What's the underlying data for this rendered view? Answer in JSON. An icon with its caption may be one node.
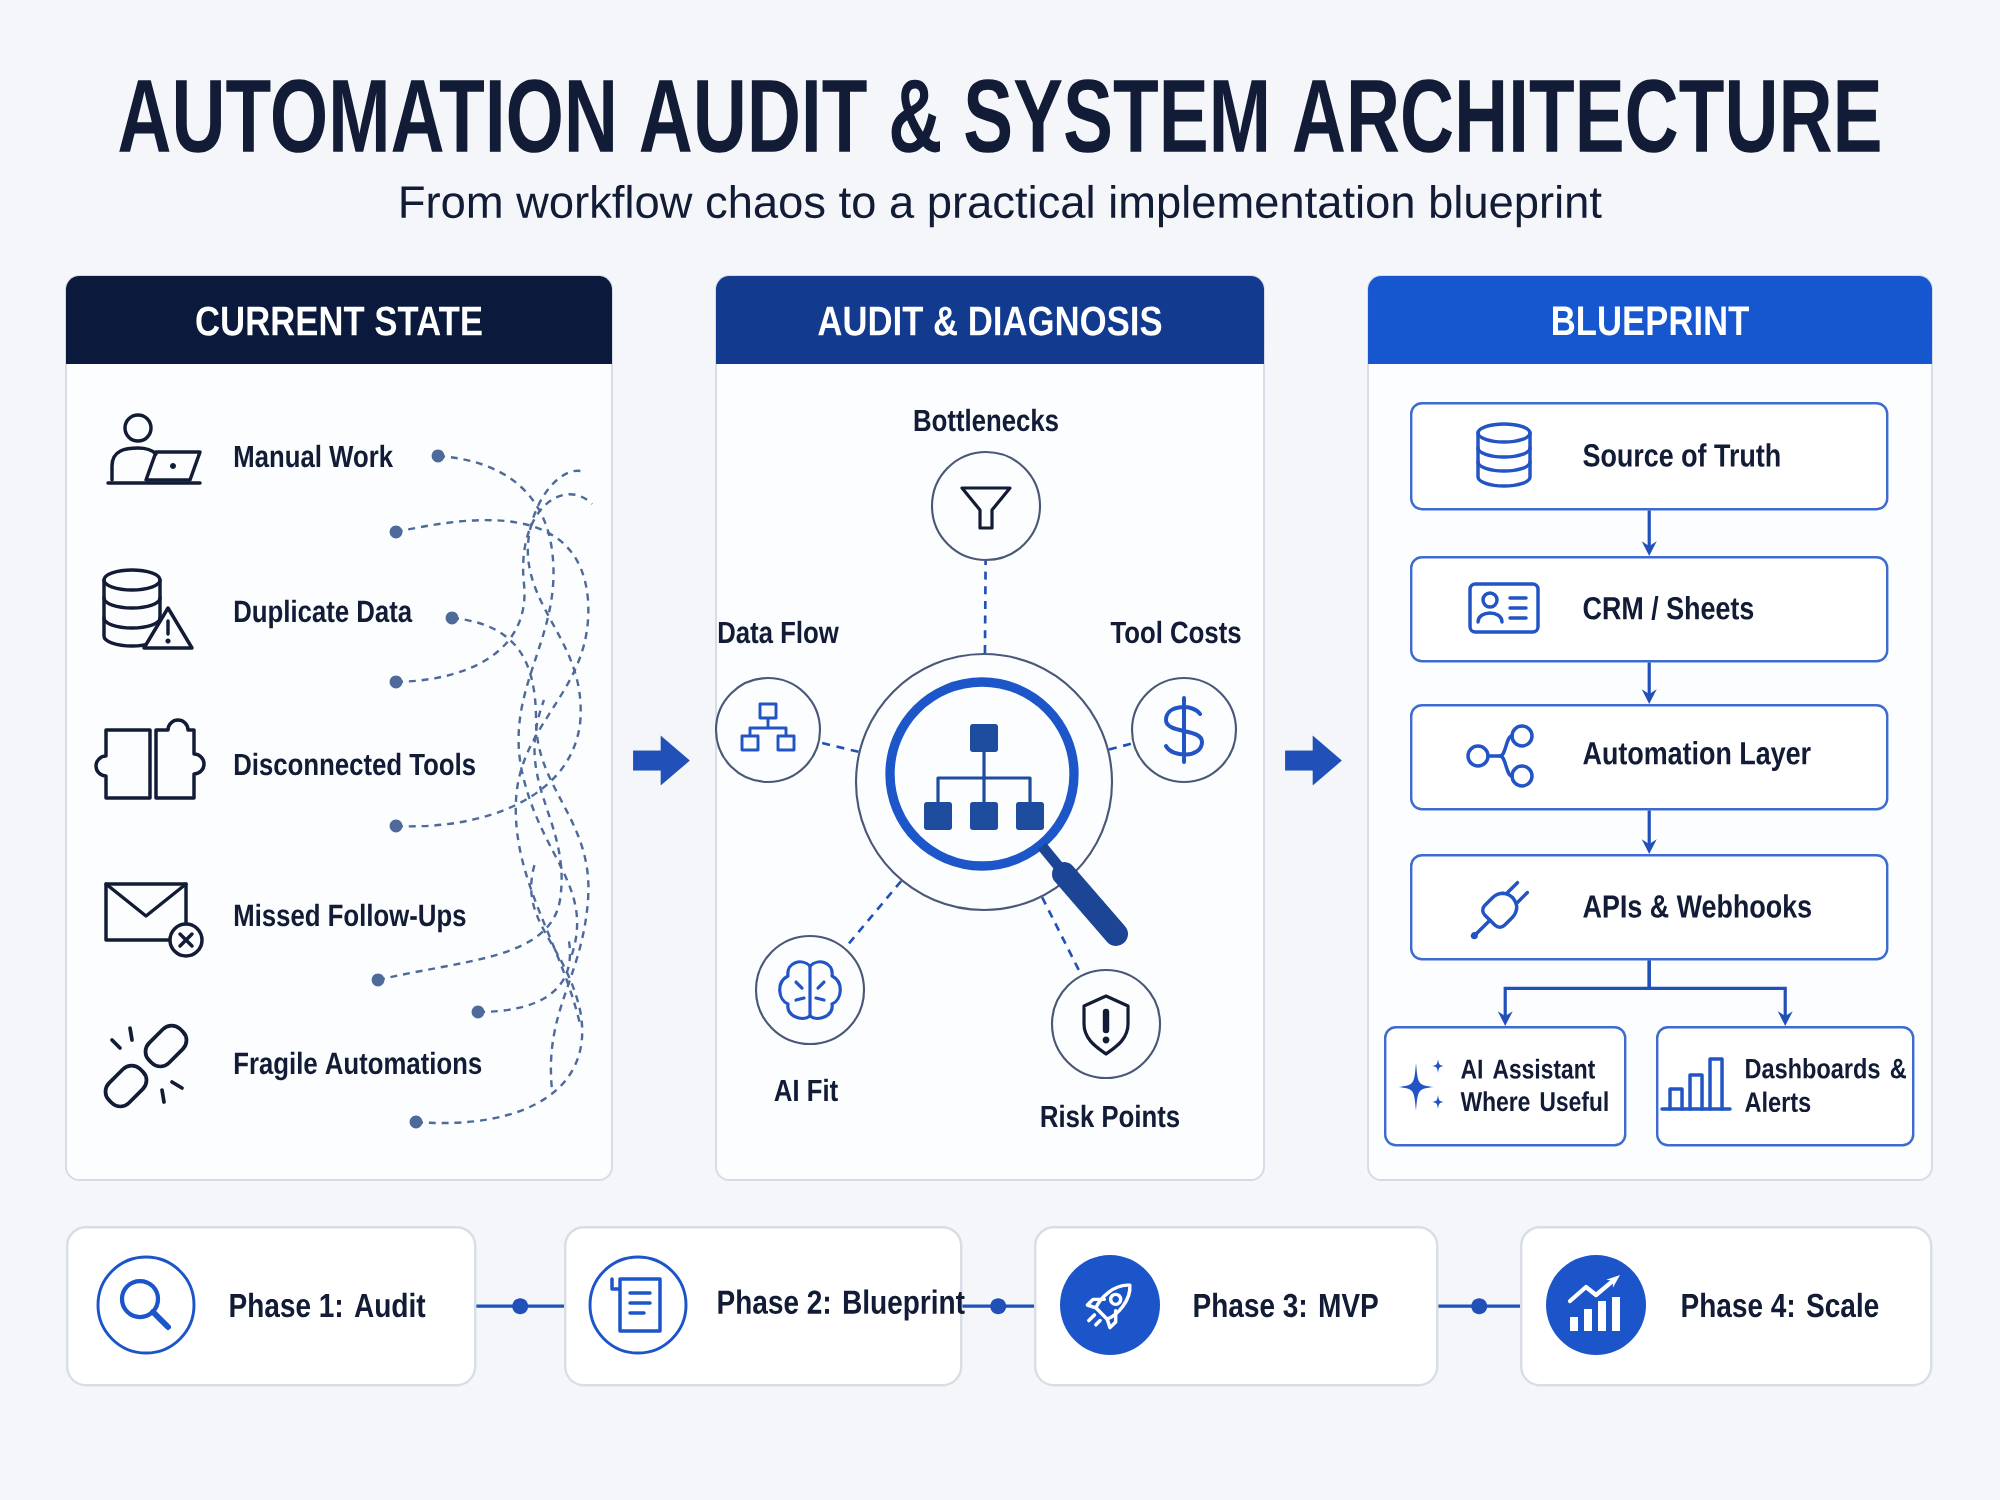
{
  "diagram": {
    "title": "AUTOMATION AUDIT & SYSTEM ARCHITECTURE",
    "nodes": [
      {
        "text": [
          "CURRENT STATE"
        ]
      },
      {
        "text": [
          "Manual Work"
        ],
        "in": 0
      },
      {
        "text": [
          "Duplicate Data"
        ],
        "in": 0
      },
      {
        "text": [
          "Disconnected Tools"
        ],
        "in": 0
      },
      {
        "text": [
          "Missed Follow-Ups"
        ],
        "in": 0
      },
      {
        "text": [
          "Fragile Automations"
        ],
        "in": 0
      },
      {
        "text": [
          "AUDIT & DIAGNOSIS"
        ]
      },
      {
        "text": [
          "Bottlenecks"
        ],
        "in": 6
      },
      {
        "text": [
          "Data Flow"
        ],
        "in": 6
      },
      {
        "text": [
          "Tool Costs"
        ],
        "in": 6
      },
      {
        "text": [],
        "shape": "circle",
        "in": 6
      },
      {
        "text": [
          "AI Fit"
        ],
        "in": 6
      },
      {
        "text": [
          "Risk Points"
        ],
        "in": 6
      },
      {
        "text": [
          "BLUEPRINT"
        ]
      },
      {
        "text": [
          "Source of Truth"
        ],
        "in": 13
      },
      {
        "text": [
          "CRM / Sheets"
        ],
        "in": 13
      },
      {
        "text": [
          "Automation Layer"
        ],
        "in": 13
      },
      {
        "text": [
          "APIs & Webhooks"
        ],
        "in": 13
      },
      {
        "text": [
          "AI Assistant Where Useful"
        ],
        "in": 13
      },
      {
        "text": [
          "Dashboards & Alerts"
        ],
        "in": 13
      },
      {
        "text": [
          "Phase 1: Audit"
        ]
      },
      {
        "text": [
          "Phase 2: Blueprint"
        ]
      },
      {
        "text": [
          "Phase 3: MVP"
        ]
      },
      {
        "text": [
          "Phase 4: Scale"
        ]
      }
    ],
    "edges": [
      {
        "from": 0,
        "to": 6,
        "arrow": "to",
        "style": "thick"
      },
      {
        "from": 6,
        "to": 13,
        "arrow": "to",
        "style": "thick"
      },
      {
        "from": 10,
        "to": 7,
        "arrow": "none",
        "style": "dashed"
      },
      {
        "from": 10,
        "to": 8,
        "arrow": "none",
        "style": "dashed"
      },
      {
        "from": 10,
        "to": 9,
        "arrow": "none",
        "style": "dashed"
      },
      {
        "from": 10,
        "to": 11,
        "arrow": "none",
        "style": "dashed"
      },
      {
        "from": 10,
        "to": 12,
        "arrow": "none",
        "style": "dashed"
      },
      {
        "from": 14,
        "to": 15,
        "arrow": "to"
      },
      {
        "from": 15,
        "to": 16,
        "arrow": "to"
      },
      {
        "from": 16,
        "to": 17,
        "arrow": "to"
      },
      {
        "from": 17,
        "to": 18,
        "arrow": "to"
      },
      {
        "from": 17,
        "to": 19,
        "arrow": "to"
      },
      {
        "from": 20,
        "to": 21,
        "arrow": "none"
      },
      {
        "from": 21,
        "to": 22,
        "arrow": "none"
      },
      {
        "from": 22,
        "to": 23,
        "arrow": "none"
      }
    ],
    "labels": [
      "From workflow chaos to a practical implementation blueprint"
    ]
  }
}
